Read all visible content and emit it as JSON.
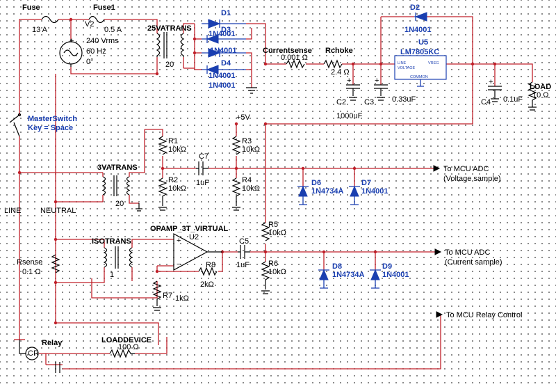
{
  "components": {
    "fuse": {
      "name": "Fuse",
      "value": "13 A"
    },
    "fuse1": {
      "name": "Fuse1",
      "value": "0.5 A"
    },
    "v2": {
      "name": "V2",
      "voltage": "240 Vrms",
      "freq": "60 Hz",
      "phase": "0°"
    },
    "xfmr25": {
      "name": "25VATRANS",
      "ratio": "20"
    },
    "d1": {
      "name": "D1",
      "part": "1N4001"
    },
    "d_mid1": {
      "name": "D3",
      "part": "1N4001"
    },
    "d_mid2": {
      "name": "D4",
      "part": "1N4001"
    },
    "d_bot": {
      "part": "1N4001"
    },
    "d2": {
      "name": "D2",
      "part": "1N4001"
    },
    "u5": {
      "name": "U5",
      "part": "LM7805KC",
      "pin_line": "LINE",
      "pin_vreg": "VREG",
      "pin_voltage": "VOLTAGE",
      "pin_common": "COMMON"
    },
    "currentsense": {
      "name": "Currentsense",
      "value": "0.001 Ω"
    },
    "rchoke": {
      "name": "Rchoke",
      "value": "2.4 Ω"
    },
    "c2": {
      "name": "C2",
      "value": "1000uF"
    },
    "c3": {
      "name": "C3",
      "value": "0.33uF"
    },
    "c4": {
      "name": "C4",
      "value": "0.1uF"
    },
    "load": {
      "name": "LOAD",
      "value": "10 Ω"
    },
    "master_switch": {
      "name": "MasterSwitch",
      "key": "Key = Space"
    },
    "plus5v": "+5V",
    "r1": {
      "name": "R1",
      "value": "10kΩ"
    },
    "r2": {
      "name": "R2",
      "value": "10kΩ"
    },
    "r3": {
      "name": "R3",
      "value": "10kΩ"
    },
    "r4": {
      "name": "R4",
      "value": "10kΩ"
    },
    "c7": {
      "name": "C7",
      "value": "1uF"
    },
    "xfmr3": {
      "name": "3VATRANS",
      "ratio": "20"
    },
    "d6": {
      "name": "D6",
      "part": "1N4734A"
    },
    "d7": {
      "name": "D7",
      "part": "1N4001"
    },
    "line": "LINE",
    "neutral": "NEUTRAL",
    "u2": {
      "label": "OPAMP_3T_VIRTUAL",
      "name": "U2"
    },
    "isotrans": {
      "name": "ISOTRANS",
      "ratio": "1"
    },
    "rsense": {
      "name": "Rsense",
      "value": "0.1 Ω"
    },
    "r5": {
      "name": "R5",
      "value": "10kΩ"
    },
    "r6": {
      "name": "R6",
      "value": "10kΩ"
    },
    "r7": {
      "name": "R7",
      "value": "1kΩ"
    },
    "r8": {
      "name": "R8",
      "value": "2kΩ"
    },
    "c5": {
      "name": "C5",
      "value": "1uF"
    },
    "d8": {
      "name": "D8",
      "part": "1N4734A"
    },
    "d9": {
      "name": "D9",
      "part": "1N4001"
    },
    "relay": {
      "name": "Relay",
      "coil": "CR"
    },
    "loaddevice": {
      "name": "LOADDEVICE",
      "value": "100 Ω"
    }
  },
  "connectors": {
    "adc_voltage": {
      "label": "To MCU ADC",
      "note": "(Voltage sample)"
    },
    "adc_current": {
      "label": "To MCU ADC",
      "note": "(Current sample)"
    },
    "relay_control": {
      "label": "To MCU Relay Control"
    }
  }
}
